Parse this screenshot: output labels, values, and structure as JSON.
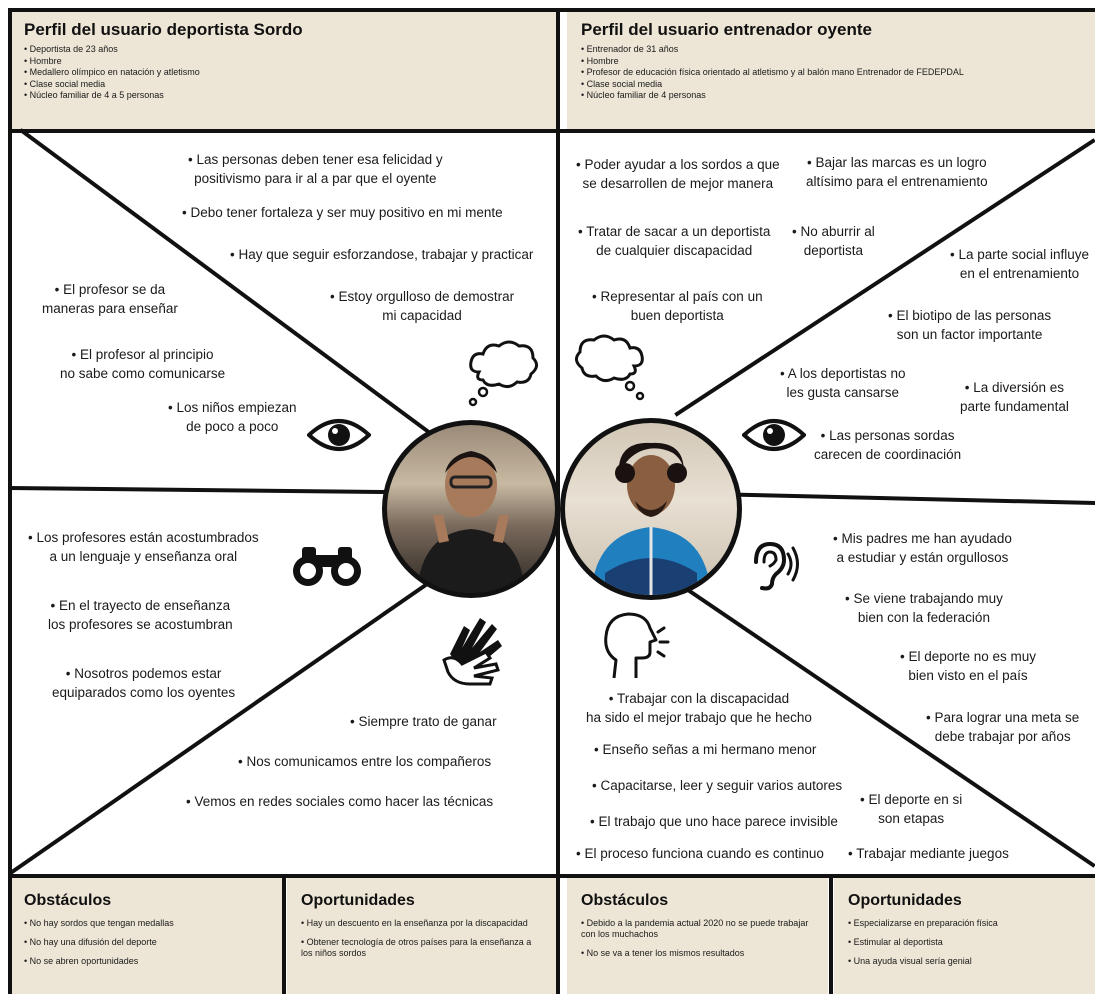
{
  "colors": {
    "panel": "#ede6d6",
    "line": "#111111"
  },
  "left_profile": {
    "title": "Perfil del usuario deportista Sordo",
    "items": [
      "Deportista de 23 años",
      "Hombre",
      "Medallero olímpico en natación y atletismo",
      "Clase social media",
      "Núcleo familiar de 4 a 5 personas"
    ]
  },
  "right_profile": {
    "title": "Perfil del usuario entrenador oyente",
    "items": [
      "Entrenador de 31 años",
      "Hombre",
      "Profesor de educación física orientado al atletismo y al balón mano Entrenador de FEDEPDAL",
      "Clase social media",
      "Núcleo familiar de 4 personas"
    ]
  },
  "left_think": [
    "Las personas deben tener esa felicidad y\npositivismo para ir al a par que el oyente",
    "Debo tener fortaleza y ser muy positivo en mi mente",
    "Hay que seguir esforzandose, trabajar y practicar",
    "Estoy orgulloso de demostrar\nmi capacidad"
  ],
  "left_see": [
    "El profesor se da\nmaneras para enseñar",
    "El profesor al principio\nno sabe como comunicarse",
    "Los niños empiezan\nde poco a poco"
  ],
  "left_hear": [
    "Los profesores están acostumbrados\na un lenguaje y enseñanza oral",
    "En el trayecto de enseñanza\nlos profesores se acostumbran",
    "Nosotros podemos estar\nequiparados como los oyentes"
  ],
  "left_say": [
    "Siempre trato de ganar",
    "Nos comunicamos entre los compañeros",
    "Vemos en redes sociales como hacer las técnicas"
  ],
  "right_think": [
    "Poder ayudar a los sordos a que\nse desarrollen de mejor manera",
    "Bajar las marcas es un logro\naltísimo para el entrenamiento",
    "Tratar de sacar a un deportista\nde cualquier discapacidad",
    "No aburrir al\ndeportista",
    "Representar al país con un\nbuen deportista"
  ],
  "right_see": [
    "La parte social influye\nen el entrenamiento",
    "El biotipo de las personas\nson un factor importante",
    "A los deportistas no\nles gusta cansarse",
    "La diversión es\nparte fundamental",
    "Las personas sordas\ncarecen de coordinación"
  ],
  "right_hear": [
    "Mis padres me han ayudado\na estudiar y están orgullosos",
    "Se viene trabajando muy\nbien con la federación",
    "El deporte no es muy\nbien visto en el país",
    "Para lograr una meta se\ndebe trabajar por años"
  ],
  "right_say": [
    "Trabajar con la discapacidad\nha sido el mejor trabajo que he hecho",
    "Enseño señas a mi hermano menor",
    "Capacitarse, leer y seguir varios autores",
    "El deporte en si\nson etapas",
    "El trabajo que uno hace parece invisible",
    "El proceso funciona cuando es continuo",
    "Trabajar mediante juegos"
  ],
  "footer": {
    "left_obstacles": {
      "title": "Obstáculos",
      "items": [
        "No hay sordos que tengan medallas",
        "No hay una difusión del deporte",
        "No se abren oportunidades"
      ]
    },
    "left_opportunities": {
      "title": "Oportunidades",
      "items": [
        "Hay un descuento en la enseñanza por la discapacidad",
        "Obtener tecnología de otros países para la enseñanza a los niños sordos"
      ]
    },
    "right_obstacles": {
      "title": "Obstáculos",
      "items": [
        "Debido a la pandemia actual 2020 no se puede trabajar con los muchachos",
        "No se va a tener los mismos resultados"
      ]
    },
    "right_opportunities": {
      "title": "Oportunidades",
      "items": [
        "Especializarse en preparación física",
        "Estimular al deportista",
        "Una ayuda visual sería genial"
      ]
    }
  },
  "icons": [
    "thought-cloud-icon",
    "eye-icon",
    "binoculars-icon",
    "sign-language-hands-icon",
    "ear-icon",
    "speaking-head-icon",
    "user-photo"
  ]
}
